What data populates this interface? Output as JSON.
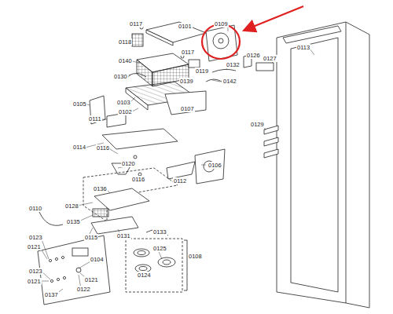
{
  "diagram": {
    "labels": [
      "0117",
      "0101",
      "0109",
      "0113",
      "0118",
      "0117",
      "0126",
      "0127",
      "0140",
      "0119",
      "0132",
      "0130",
      "0139",
      "0142",
      "0105",
      "0103",
      "0107",
      "0102",
      "0111",
      "0129",
      "0114",
      "0116",
      "0120",
      "0106",
      "0116",
      "0112",
      "0136",
      "0128",
      "0110",
      "0135",
      "0133",
      "0131",
      "0115",
      "0123",
      "0121",
      "0125",
      "0108",
      "0104",
      "0123",
      "0124",
      "0121",
      "0121",
      "0122",
      "0137"
    ]
  }
}
